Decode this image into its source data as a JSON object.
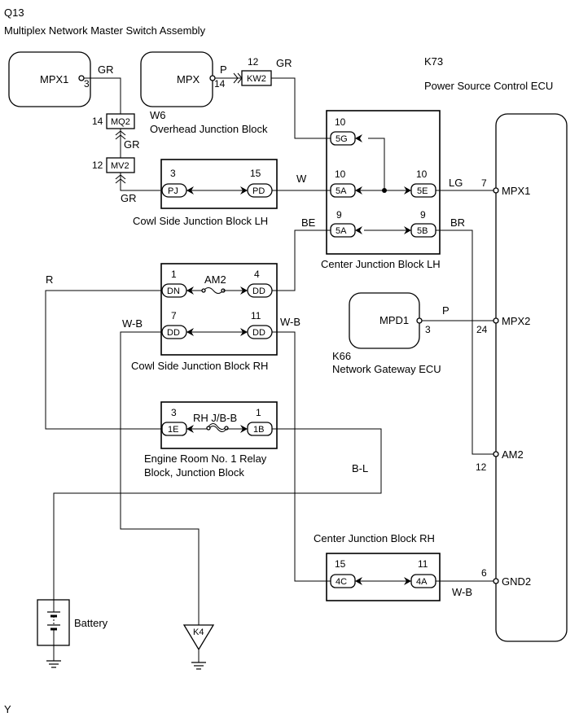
{
  "components": {
    "q13_code": "Q13",
    "q13_name": "Multiplex Network Master Switch Assembly",
    "mpx1_label": "MPX1",
    "mpx_label": "MPX",
    "w6_code": "W6",
    "w6_name": "Overhead Junction Block",
    "k73_code": "K73",
    "k73_name": "Power Source Control ECU",
    "k66_code": "K66",
    "k66_name": "Network Gateway ECU",
    "mpd1_label": "MPD1",
    "cowl_lh": "Cowl Side Junction Block LH",
    "cowl_rh": "Cowl Side Junction Block RH",
    "center_lh": "Center Junction Block LH",
    "center_rh": "Center Junction Block RH",
    "engine_room_line1": "Engine Room No. 1 Relay",
    "engine_room_line2": "Block, Junction Block",
    "battery": "Battery",
    "ground_k4": "K4",
    "footer": "Y"
  },
  "connectors": {
    "mq2": "MQ2",
    "mv2": "MV2",
    "kw2": "KW2",
    "pj": "PJ",
    "pd": "PD",
    "c5g": "5G",
    "c5a_top": "5A",
    "c5e": "5E",
    "c5a_bot": "5A",
    "c5b": "5B",
    "dn": "DN",
    "dd1": "DD",
    "dd2": "DD",
    "dd3": "DD",
    "c1e": "1E",
    "c1b": "1B",
    "c4c": "4C",
    "c4a": "4A"
  },
  "pins": {
    "mpx1_pin": "3",
    "mpx_pin": "14",
    "kw2_pin": "12",
    "mq2_pin": "14",
    "mv2_pin": "12",
    "pj_pin": "3",
    "pd_pin": "15",
    "c5g_pin": "10",
    "c5a_top_pin": "10",
    "c5e_pin": "10",
    "c5a_bot_pin": "9",
    "c5b_pin": "9",
    "dn_pin": "1",
    "dd1_pin": "4",
    "dd2_pin": "7",
    "dd3_pin": "11",
    "c1e_pin": "3",
    "c1b_pin": "1",
    "c4c_pin": "15",
    "c4a_pin": "11",
    "k73_mpx1_pin": "7",
    "k73_mpx2_pin": "24",
    "k73_am2_pin": "12",
    "k73_gnd2_pin": "6",
    "mpd1_pin": "3"
  },
  "terminals": {
    "k73_mpx1": "MPX1",
    "k73_mpx2": "MPX2",
    "k73_am2": "AM2",
    "k73_gnd2": "GND2"
  },
  "fuses": {
    "am2": "AM2",
    "rh_jb": "RH J/B-B"
  },
  "wire_colors": {
    "gr1": "GR",
    "gr2": "GR",
    "gr3": "GR",
    "gr4": "GR",
    "p1": "P",
    "p2": "P",
    "w1": "W",
    "lg": "LG",
    "be": "BE",
    "br": "BR",
    "r": "R",
    "wb1": "W-B",
    "wb2": "W-B",
    "wb3": "W-B",
    "bl": "B-L"
  }
}
